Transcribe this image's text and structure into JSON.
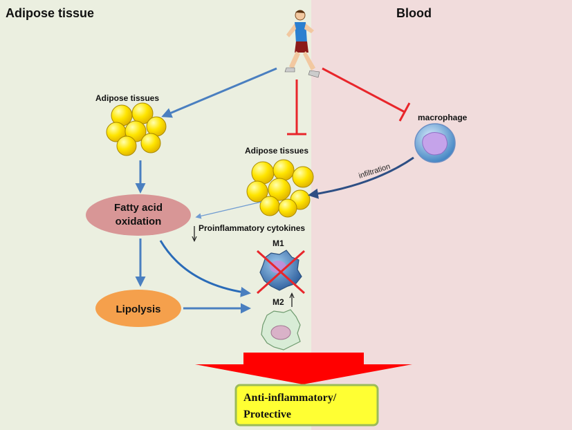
{
  "panels": {
    "left_title": "Adipose tissue",
    "right_title": "Blood"
  },
  "nodes": {
    "adipose_tissues_top": "Adipose tissues",
    "adipose_tissues_mid": "Adipose tissues",
    "macrophage": "macrophage",
    "fatty_acid_line1": "Fatty acid",
    "fatty_acid_line2": "oxidation",
    "lipolysis": "Lipolysis",
    "cytokines": "Proinflammatory cytokines",
    "m1": "M1",
    "m2": "M2",
    "outcome_line1": "Anti-inflammatory/",
    "outcome_line2": "Protective"
  },
  "edges": {
    "infiltration": "infiltration"
  },
  "colors": {
    "left_bg": "#ebefe0",
    "right_bg": "#f1dcdc",
    "activation_arrow": "#4a7fc0",
    "inhibition": "#e8262b",
    "infiltration_arrow": "#2e4f84",
    "fatty_acid_fill": "#d89696",
    "lipolysis_fill": "#f5a04c",
    "outcome_fill": "#ffff33",
    "outcome_border": "#9bbb59",
    "big_arrow": "#ff0000"
  },
  "icons": [
    "runner-icon",
    "fat-cell-cluster-icon",
    "macrophage-icon",
    "m1-macrophage-icon",
    "m2-macrophage-icon"
  ]
}
